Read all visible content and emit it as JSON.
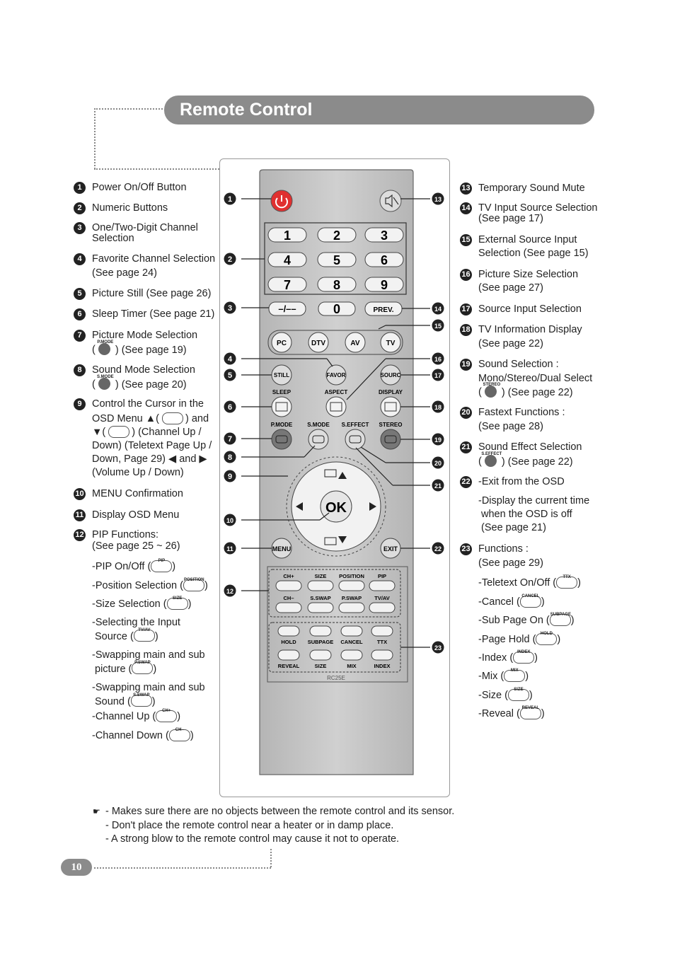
{
  "header": {
    "title": "Remote Control"
  },
  "page_number": "10",
  "remote": {
    "model": "RC25E",
    "numbers": [
      "1",
      "2",
      "3",
      "4",
      "5",
      "6",
      "7",
      "8",
      "9"
    ],
    "zero": "0",
    "dash": "–/––",
    "prev": "PREV.",
    "sources": [
      "PC",
      "DTV",
      "AV",
      "TV"
    ],
    "row_still": [
      "STILL",
      "FAVOR",
      "SOURC"
    ],
    "row_sleep_labels": [
      "SLEEP",
      "ASPECT",
      "DISPLAY"
    ],
    "row_mode_labels": [
      "P.MODE",
      "S.MODE",
      "S.EFFECT",
      "STEREO"
    ],
    "ok": "OK",
    "menu": "MENU",
    "exit": "EXIT",
    "pip_top_labels": [
      "CH+",
      "SIZE",
      "POSITION",
      "PIP"
    ],
    "pip_mid_labels": [
      "CH–",
      "S.SWAP",
      "P.SWAP",
      "TV/AV"
    ],
    "ttx_labels_1": [
      "HOLD",
      "SUBPAGE",
      "CANCEL",
      "TTX"
    ],
    "ttx_labels_2": [
      "REVEAL",
      "SIZE",
      "MIX",
      "INDEX"
    ]
  },
  "left_items": [
    {
      "n": "1",
      "text": "Power On/Off Button"
    },
    {
      "n": "2",
      "text": "Numeric Buttons"
    },
    {
      "n": "3",
      "line1": "One/Two-Digit Channel",
      "line2": "Selection"
    },
    {
      "n": "4",
      "line1": "Favorite Channel Selection",
      "line2": "(See page 24)"
    },
    {
      "n": "5",
      "text": "Picture Still (See page 26)"
    },
    {
      "n": "6",
      "text": "Sleep Timer (See page 21)"
    },
    {
      "n": "7",
      "line1": "Picture Mode Selection",
      "line2": ") (See page 19)",
      "icon": "P.MODE"
    },
    {
      "n": "8",
      "line1": "Sound Mode Selection",
      "line2": ") (See page 20)",
      "icon": "S.MODE"
    },
    {
      "n": "9",
      "line1": "Control the Cursor in the",
      "line2a": "OSD Menu",
      "line2b": ") and",
      "line3": ") (Channel Up /",
      "line4": "Down) (Teletext Page Up /",
      "line5a": "Down, Page 29)",
      "line5b": "and",
      "line6": "(Volume Up / Down)"
    },
    {
      "n": "10",
      "text": "MENU Confirmation"
    },
    {
      "n": "11",
      "text": "Display OSD Menu"
    },
    {
      "n": "12",
      "line1": "PIP Functions:",
      "line2": "(See page 25 ~ 26)"
    }
  ],
  "pip_subs": [
    {
      "text": "-PIP On/Off (",
      "icon": "PIP"
    },
    {
      "text": "-Position Selection (",
      "icon": "POSITION"
    },
    {
      "text": "-Size Selection (",
      "icon": "SIZE"
    },
    {
      "line1": "-Selecting the Input",
      "text": "Source (",
      "icon": "TV/AV"
    },
    {
      "line1": "-Swapping main and sub",
      "text": "picture (",
      "icon": "P.SWAP"
    },
    {
      "line1": "-Swapping main and sub",
      "text": "Sound (",
      "icon": "S.SWAP"
    },
    {
      "text": "-Channel Up (",
      "icon": "CH+"
    },
    {
      "text": "-Channel Down (",
      "icon": "CH–"
    }
  ],
  "right_items": [
    {
      "n": "13",
      "text": "Temporary Sound Mute"
    },
    {
      "n": "14",
      "line1": "TV Input Source Selection",
      "line2": "(See page 17)"
    },
    {
      "n": "15",
      "line1": "External Source Input",
      "line2": "Selection (See page 15)"
    },
    {
      "n": "16",
      "line1": "Picture Size Selection",
      "line2": "(See page 27)"
    },
    {
      "n": "17",
      "text": "Source Input Selection"
    },
    {
      "n": "18",
      "line1": "TV Information Display",
      "line2": "(See page 22)"
    },
    {
      "n": "19",
      "line1": "Sound Selection :",
      "line2": "Mono/Stereo/Dual Select",
      "line3": ") (See page 22)",
      "icon": "STEREO"
    },
    {
      "n": "20",
      "line1": "Fastext Functions :",
      "line2": "(See page 28)"
    },
    {
      "n": "21",
      "line1": "Sound Effect Selection",
      "line2": ") (See page 22)",
      "icon": "S.EFFECT"
    },
    {
      "n": "22",
      "text": "-Exit from the OSD"
    },
    {
      "n": "23",
      "line1": "Functions :",
      "line2": "(See page 29)"
    }
  ],
  "osd_note": [
    "-Display the current time",
    "when the OSD is off",
    "(See page 21)"
  ],
  "ttx_subs": [
    {
      "text": "-Teletext On/Off (",
      "icon": "TTX"
    },
    {
      "text": "-Cancel (",
      "icon": "CANCEL"
    },
    {
      "text": "-Sub Page On (",
      "icon": "SUBPAGE"
    },
    {
      "text": "-Page Hold (",
      "icon": "HOLD"
    },
    {
      "text": "-Index (",
      "icon": "INDEX"
    },
    {
      "text": "-Mix (",
      "icon": "MIX"
    },
    {
      "text": "-Size (",
      "icon": "SIZE"
    },
    {
      "text": "-Reveal (",
      "icon": "REVEAL"
    }
  ],
  "close_paren": ")",
  "notes": [
    "- Makes sure there are no objects between the remote control and its sensor.",
    "- Don't place the remote control near a heater or in damp place.",
    "- A strong blow to the remote control may cause it not to operate."
  ],
  "note_icon": "pointing-hand-icon",
  "colors": {
    "accent": "#8b8b8b",
    "power": "#e03030",
    "remote_body": "#c8c8c8"
  }
}
